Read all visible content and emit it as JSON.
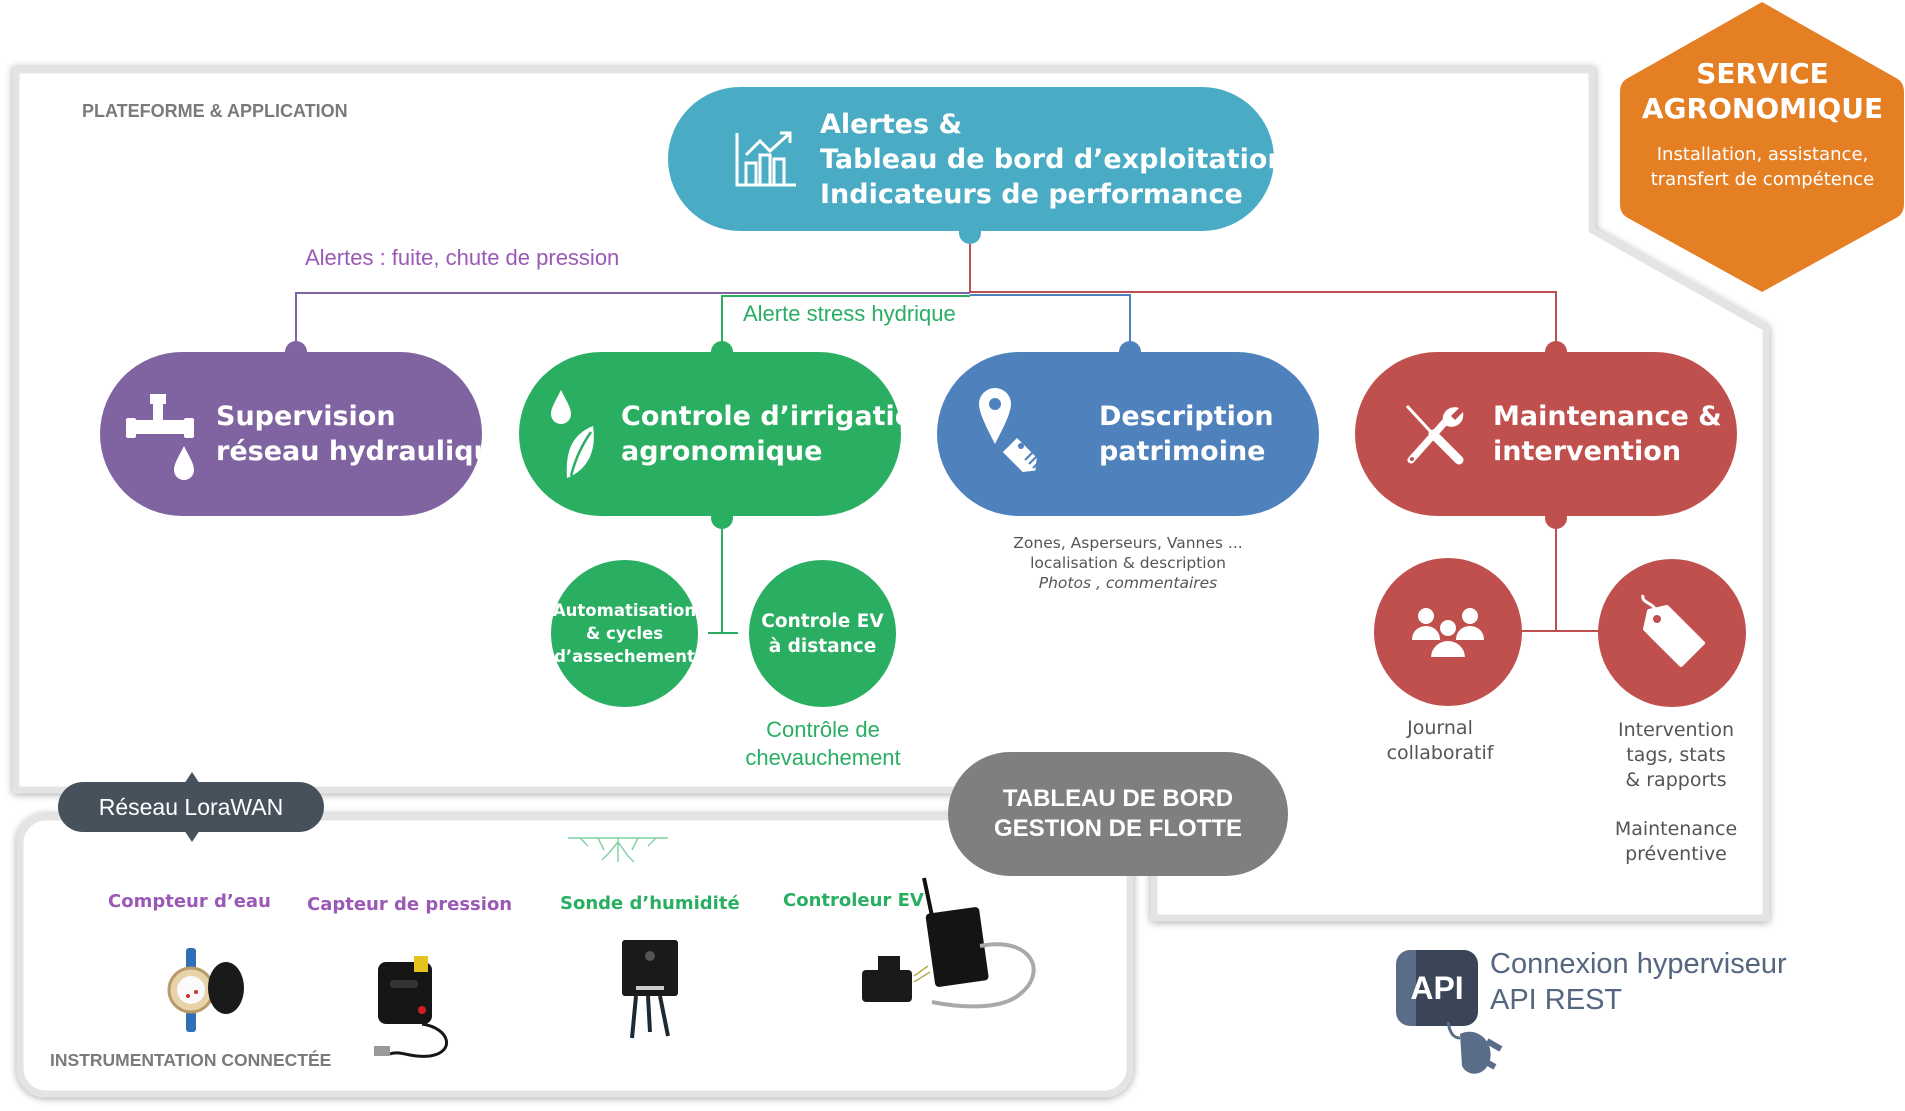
{
  "colors": {
    "teal": "#4aabc5",
    "purple": "#8064a2",
    "green": "#29ae62",
    "blue": "#4f81bd",
    "red": "#c0504d",
    "orange": "#e57f24",
    "grey_pill": "#7f7f7f",
    "dark_pill": "#46515c",
    "api_dark": "#3a4657",
    "api_light": "#5a6d88"
  },
  "platform": {
    "section_label": "PLATEFORME & APPLICATION",
    "top_node": {
      "icon": "chart-growth-icon",
      "lines": [
        "Alertes &",
        "Tableau de bord d’exploitation",
        "Indicateurs de performance"
      ]
    },
    "alerts": {
      "leak_alert": "Alertes : fuite, chute de pression",
      "water_stress_alert": "Alerte stress hydrique"
    },
    "modules": [
      {
        "id": "supervision",
        "icon": "pipe-drop-icon",
        "lines": [
          "Supervision",
          "réseau hydraulique"
        ]
      },
      {
        "id": "irrigation",
        "icon": "drop-leaf-icon",
        "lines": [
          "Controle d’irrigation",
          "agronomique"
        ]
      },
      {
        "id": "description",
        "icon": "pin-tag-icon",
        "lines": [
          "Description",
          "patrimoine"
        ]
      },
      {
        "id": "maintenance",
        "icon": "tools-icon",
        "lines": [
          "Maintenance &",
          "intervention"
        ]
      }
    ],
    "irrigation_children": {
      "automation": [
        "Automatisation",
        "& cycles",
        "d’assechement"
      ],
      "remote_valve": [
        "Controle EV",
        "à distance"
      ],
      "overlap_note": [
        "Contrôle de",
        "chevauchement"
      ]
    },
    "description_details": {
      "line1": "Zones, Asperseurs, Vannes ...",
      "line2": "localisation & description",
      "line3": "Photos , commentaires"
    },
    "maintenance_children": {
      "journal": {
        "icon": "users-group-icon",
        "lines": [
          "Journal",
          "collaboratif"
        ]
      },
      "intervention": {
        "icon": "tag-icon",
        "lines": [
          "Intervention",
          "tags,  stats",
          "& rapports"
        ]
      },
      "preventive": [
        "Maintenance",
        "préventive"
      ]
    }
  },
  "service": {
    "title_lines": [
      "SERVICE",
      "AGRONOMIQUE"
    ],
    "subtitle_lines": [
      "Installation, assistance,",
      "transfert de compétence"
    ]
  },
  "fleet_dashboard": {
    "lines": [
      "TABLEAU DE BORD",
      "GESTION DE FLOTTE"
    ]
  },
  "network": {
    "label": "Réseau LoraWAN"
  },
  "instrumentation": {
    "section_label": "INSTRUMENTATION CONNECTÉE",
    "devices": [
      {
        "label": "Compteur d’eau",
        "color": "#9b59b6",
        "icon": "water-meter-icon"
      },
      {
        "label": "Capteur de pression",
        "color": "#9b59b6",
        "icon": "pressure-sensor-icon"
      },
      {
        "label": "Sonde d’humidité",
        "color": "#29ae62",
        "icon": "moisture-probe-icon"
      },
      {
        "label": "Controleur EV",
        "color": "#29ae62",
        "icon": "valve-controller-icon"
      }
    ]
  },
  "api": {
    "badge": "API",
    "line1": "Connexion hyperviseur",
    "line2": "API REST"
  }
}
